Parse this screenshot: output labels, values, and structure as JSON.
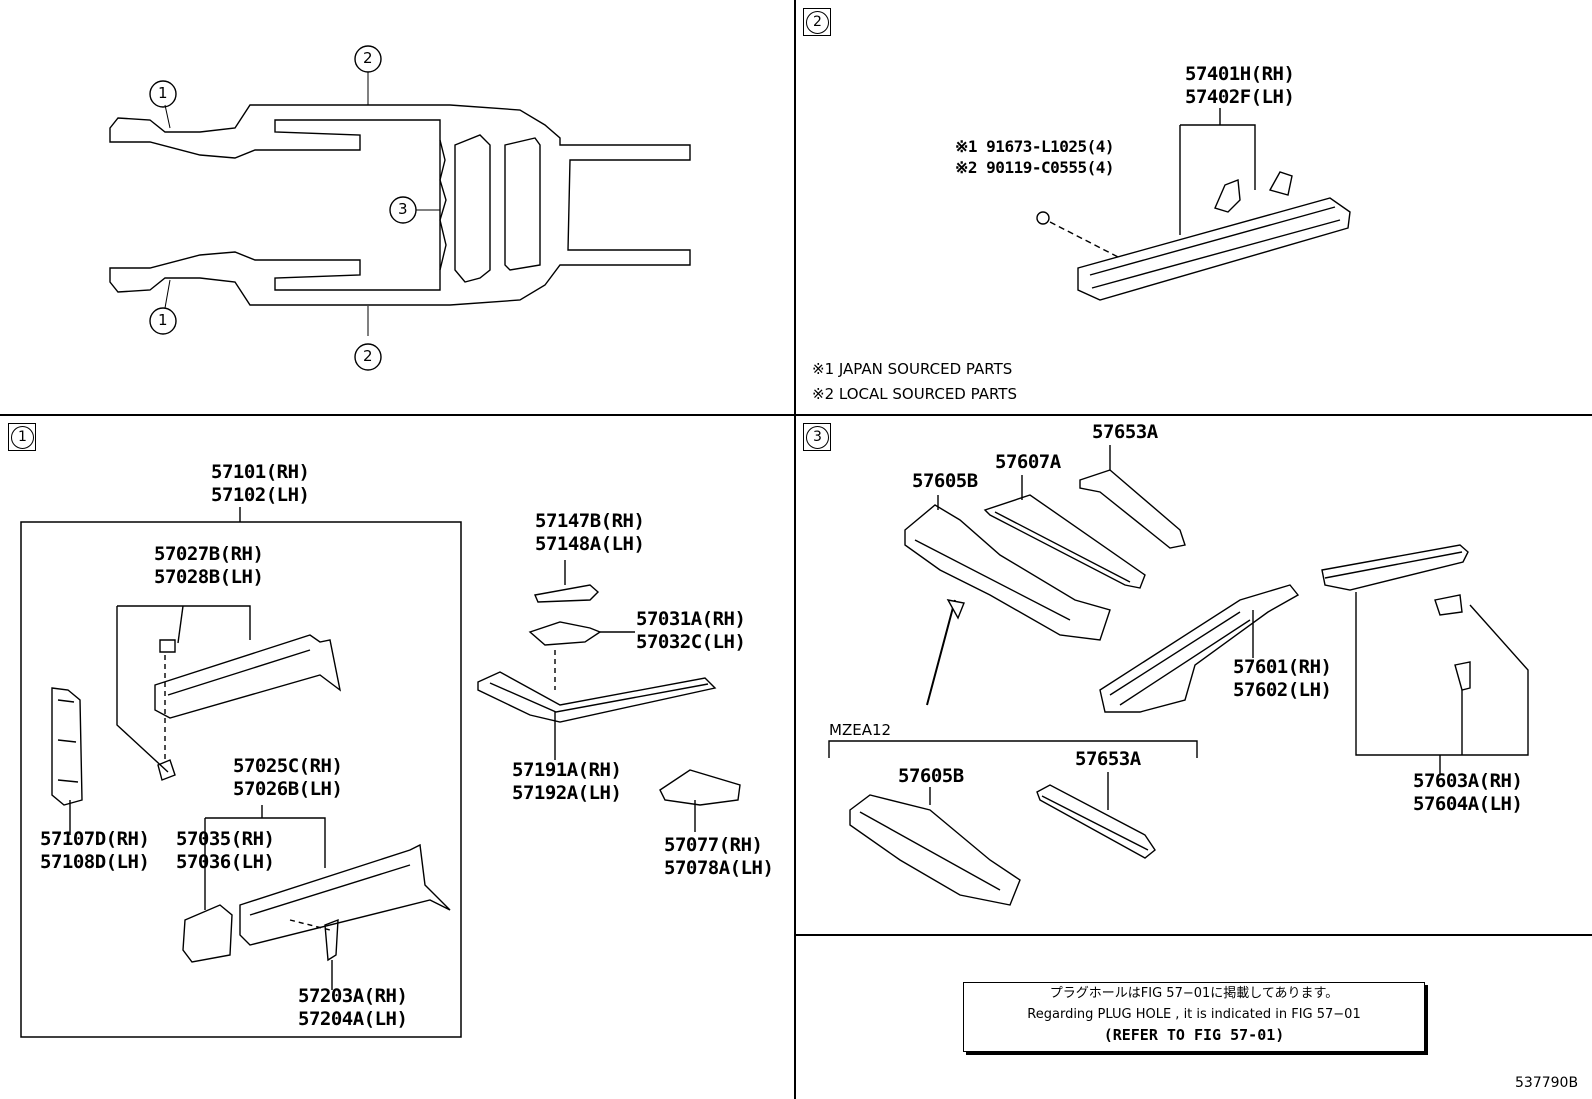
{
  "callouts": {
    "c1": "1",
    "c2": "2",
    "c3": "3"
  },
  "panel2": {
    "parts_main": [
      "57401H(RH)",
      "57402F(LH)"
    ],
    "fasteners": [
      "※1 91673-L1025(4)",
      "※2 90119-C0555(4)"
    ],
    "footnotes": [
      "※1  JAPAN SOURCED PARTS",
      "※2  LOCAL SOURCED PARTS"
    ]
  },
  "panel1": {
    "p57101": [
      "57101(RH)",
      "57102(LH)"
    ],
    "p57027": [
      "57027B(RH)",
      "57028B(LH)"
    ],
    "p57107": [
      "57107D(RH)",
      "57108D(LH)"
    ],
    "p57025": [
      "57025C(RH)",
      "57026B(LH)"
    ],
    "p57035": [
      "57035(RH)",
      "57036(LH)"
    ],
    "p57203": [
      "57203A(RH)",
      "57204A(LH)"
    ],
    "p57147": [
      "57147B(RH)",
      "57148A(LH)"
    ],
    "p57031": [
      "57031A(RH)",
      "57032C(LH)"
    ],
    "p57191": [
      "57191A(RH)",
      "57192A(LH)"
    ],
    "p57077": [
      "57077(RH)",
      "57078A(LH)"
    ]
  },
  "panel3": {
    "p57653_top": "57653A",
    "p57607": "57607A",
    "p57605_top": "57605B",
    "p57601": [
      "57601(RH)",
      "57602(LH)"
    ],
    "p57603": [
      "57603A(RH)",
      "57604A(LH)"
    ],
    "model": "MZEA12",
    "p57605_bottom": "57605B",
    "p57653_bottom": "57653A"
  },
  "notice": {
    "jp": "プラグホールはFIG 57−01に掲載してあります。",
    "en": "Regarding  PLUG  HOLE , it is indicated in FIG  57−01",
    "refer": "(REFER  TO  FIG  57-01)"
  },
  "figure_id": "537790B"
}
